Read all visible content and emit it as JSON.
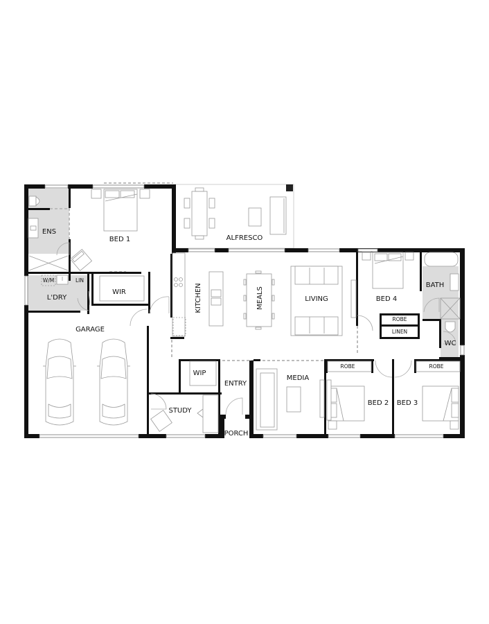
{
  "plan": {
    "colors": {
      "wall": "#111111",
      "wet_area": "#dcdcdc",
      "fixture": "#9a9a9a",
      "background": "#ffffff"
    },
    "rooms": {
      "ens": "ENS",
      "bed1": "BED 1",
      "wm": "W/M",
      "lin": "LIN",
      "ldry": "L'DRY",
      "wir": "WIR",
      "garage": "GARAGE",
      "alfresco": "ALFRESCO",
      "kitchen": "KITCHEN",
      "meals": "MEALS",
      "living": "LIVING",
      "bed4": "BED 4",
      "bath": "BATH",
      "robe_bed4": "ROBE",
      "linen": "LINEN",
      "wc": "WC",
      "wip": "WIP",
      "entry": "ENTRY",
      "study": "STUDY",
      "porch": "PORCH",
      "media": "MEDIA",
      "robe_bed2": "ROBE",
      "robe_bed3": "ROBE",
      "bed2": "BED 2",
      "bed3": "BED 3"
    },
    "icons": [
      "toilet-icon",
      "vanity-icon",
      "shower-icon",
      "bed-icon",
      "armchair-icon",
      "car-icon",
      "dining-table-icon",
      "sofa-icon",
      "cooktop-icon",
      "sink-icon",
      "bathtub-icon",
      "door-swing-icon",
      "window-icon"
    ]
  }
}
